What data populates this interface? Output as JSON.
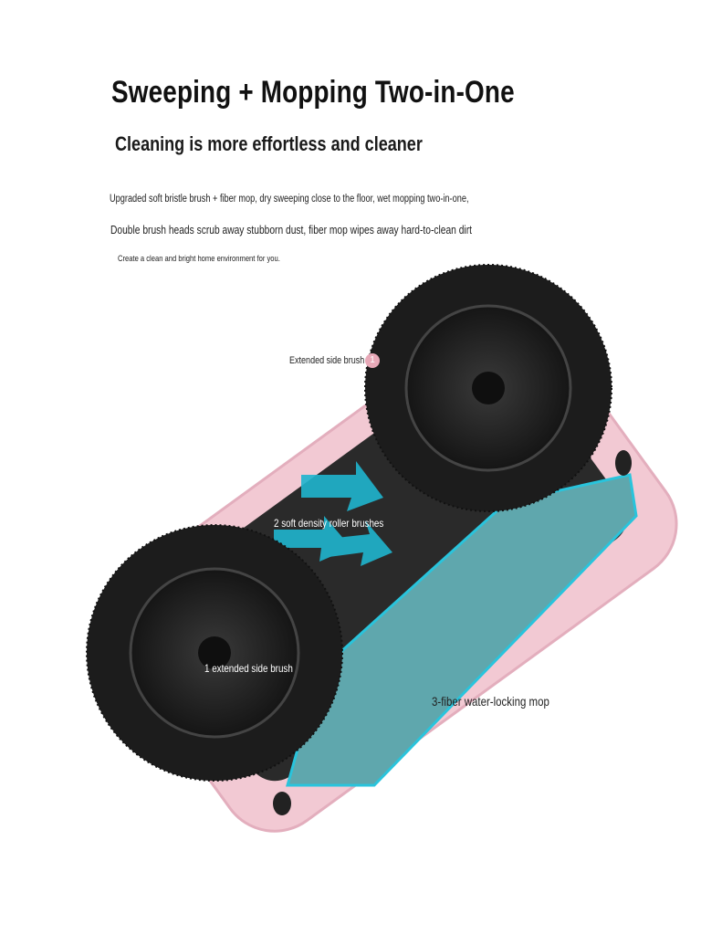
{
  "heading": {
    "title": "Sweeping + Mopping Two-in-One",
    "subtitle": "Cleaning is more effortless and cleaner",
    "description_lines": [
      "Upgraded soft bristle brush + fiber mop, dry sweeping close to the floor, wet mopping two-in-one,",
      "Double brush heads scrub away stubborn dust, fiber mop wipes away hard-to-clean dirt",
      "Create a clean and bright home environment for you."
    ]
  },
  "callouts": {
    "extended_side_brush": "Extended side brush",
    "extended_side_brush_number": "1",
    "roller_brushes": "2 soft density roller brushes",
    "one_side_brush": "1 extended side brush",
    "mop": "3-fiber water-locking mop"
  },
  "colors": {
    "body": "#f2c9d3",
    "brush": "#1c1c1c",
    "mop": "#5fa7ad",
    "mop_outline": "#29c4dc",
    "arrows": "#1fb5cf"
  }
}
